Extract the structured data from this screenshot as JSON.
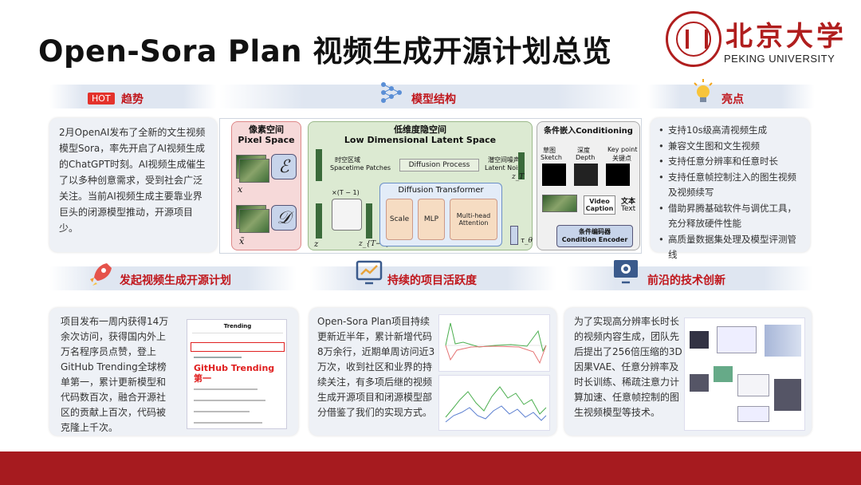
{
  "title": "Open-Sora Plan 视频生成开源计划总览",
  "university": {
    "cn": "北京大学",
    "en": "PEKING UNIVERSITY"
  },
  "sections": {
    "trend": {
      "badge": "HOT",
      "label": "趋势"
    },
    "model": {
      "label": "模型结构"
    },
    "highlights": {
      "label": "亮点"
    },
    "launch": {
      "label": "发起视频生成开源计划"
    },
    "activity": {
      "label": "持续的项目活跃度"
    },
    "innovation": {
      "label": "前沿的技术创新"
    }
  },
  "trend_text": "2月OpenAI发布了全新的文生视频模型Sora，率先开启了AI视频生成的ChatGPT时刻。AI视频生成催生了以多种创意需求，受到社会广泛关注。当前AI视频生成主要靠业界巨头的闭源模型推动，开源项目少。",
  "highlights": [
    "支持10s级高清视频生成",
    "兼容文生图和文生视频",
    "支持任意分辨率和任意时长",
    "支持任意帧控制注入的图生视频及视频续写",
    "借助昇腾基础软件与调优工具，充分释放硬件性能",
    "高质量数据集处理及模型评测管线"
  ],
  "diagram": {
    "pixel_cn": "像素空间",
    "pixel_en": "Pixel Space",
    "latent_cn": "低维度隐空间",
    "latent_en": "Low Dimensional Latent Space",
    "cond_title": "条件嵌入Conditioning",
    "encoder_sym": "ℰ",
    "decoder_sym": "𝒟",
    "x_label": "x",
    "xhat_label": "x̃",
    "z_label": "z",
    "zt_label": "z_T",
    "zt1_label": "z_{T−1}",
    "tau_label": "τ_θ",
    "times_label": "×(T − 1)",
    "spacetime_cn": "时空区域",
    "spacetime_en": "Spacetime Patches",
    "diffusion_process": "Diffusion Process",
    "noise_cn": "潜空间噪声",
    "noise_en": "Latent Noise",
    "dit_title": "Diffusion Transformer",
    "scale": "Scale",
    "mlp": "MLP",
    "mha": "Multi-head Attention",
    "sketch_cn": "草图",
    "sketch_en": "Sketch",
    "depth_cn": "深度",
    "depth_en": "Depth",
    "keypoint_en": "Key point",
    "keypoint_cn": "关键点",
    "video_caption": "Video Caption",
    "text_cn": "文本",
    "text_en": "Text",
    "cond_enc_cn": "条件编码器",
    "cond_enc_en": "Condition Encoder"
  },
  "launch_text": "项目发布一周内获得14万余次访问，获得国内外上万名程序员点赞，登上GitHub Trending全球榜单第一，累计更新模型和代码数百次，融合开源社区的贡献上百次，代码被克隆上千次。",
  "trending_overlay": "GitHub Trending\n第一",
  "trending_page_title": "Trending",
  "activity_text": "Open-Sora Plan项目持续更新近半年，累计新增代码8万余行，近期单周访问近3万次，收到社区和业界的持续关注，有多项后继的视频生成开源项目和闭源模型部分借鉴了我们的实现方式。",
  "innovation_text": "为了实现高分辨率长时长的视频内容生成，团队先后提出了256倍压缩的3D因果VAE、任意分辨率及时长训练、稀疏注意力计算加速、任意帧控制的图生视频模型等技术。",
  "colors": {
    "red": "#c0161c",
    "footer": "#a61b1f"
  }
}
